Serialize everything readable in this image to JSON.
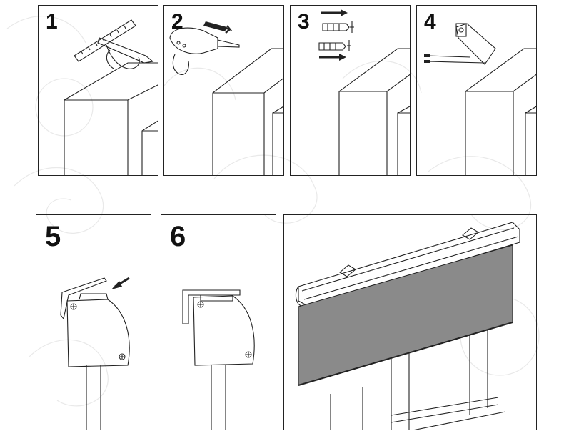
{
  "steps": [
    {
      "number": "1",
      "icon": "measure-and-mark-icon"
    },
    {
      "number": "2",
      "icon": "drill-icon"
    },
    {
      "number": "3",
      "icon": "wall-plug-icon"
    },
    {
      "number": "4",
      "icon": "bracket-screw-icon"
    },
    {
      "number": "5",
      "icon": "hook-cassette-icon"
    },
    {
      "number": "6",
      "icon": "cassette-mounted-icon"
    },
    {
      "number": "",
      "icon": "installed-roller-blind-icon"
    }
  ],
  "colors": {
    "line": "#222222",
    "fabric": "#8a8a8a",
    "watermark": "#e6e6e6"
  }
}
